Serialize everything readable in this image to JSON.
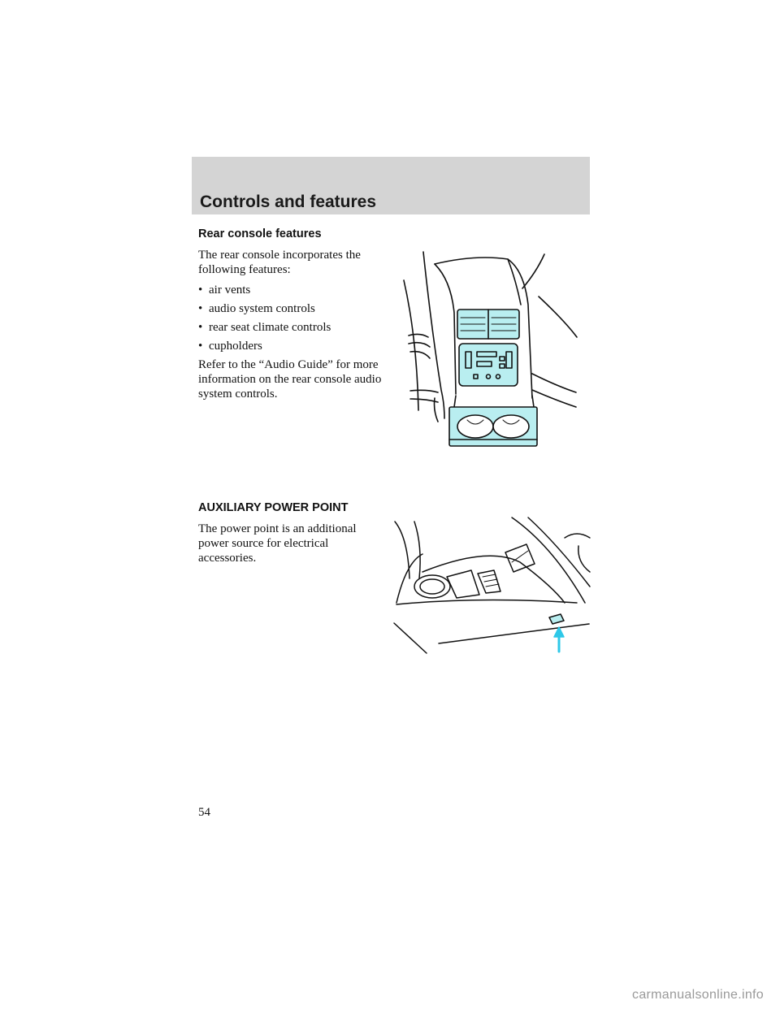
{
  "header": {
    "title": "Controls and features"
  },
  "rear_console": {
    "heading": "Rear console features",
    "intro": "The rear console incorporates the following features:",
    "bullet_symbol": "•",
    "items": [
      "air vents",
      "audio system controls",
      "rear seat climate controls",
      "cupholders"
    ],
    "note": "Refer to the “Audio Guide” for more information on the rear console audio system controls."
  },
  "power_point": {
    "heading": "AUXILIARY POWER POINT",
    "text": "The power point is an additional power source for electrical accessories."
  },
  "page_number": "54",
  "watermark": "carmanualsonline.info",
  "colors": {
    "highlight": "#b9eef0",
    "header_band": "#d4d4d4",
    "arrow": "#2ec8e8"
  }
}
